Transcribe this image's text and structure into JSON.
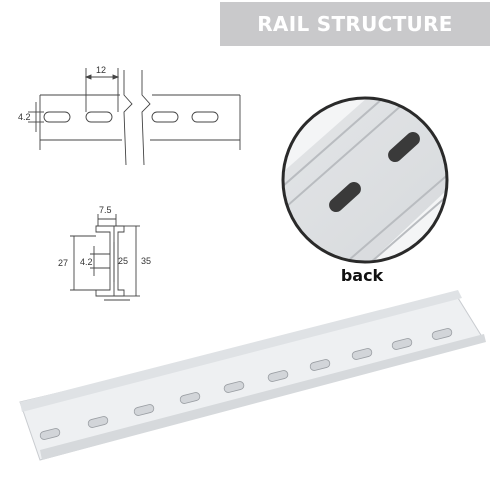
{
  "banner": {
    "title": "RAIL STRUCTURE"
  },
  "top_drawing": {
    "pitch": "12",
    "slot_height": "4.2"
  },
  "profile": {
    "top_width": "7.5",
    "outer_height": "35",
    "inner_height": "25",
    "flange_height": "27",
    "slot_height": "4.2"
  },
  "detail": {
    "caption": "back"
  },
  "colors": {
    "banner_bg": "#c9c9cb",
    "banner_text": "#ffffff",
    "rail": "#eef0f2",
    "line": "#444444"
  }
}
